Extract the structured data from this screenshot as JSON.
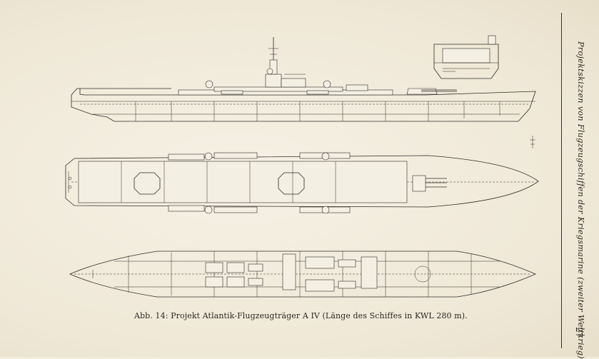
{
  "caption": "Abb. 14: Projekt Atlantik-Flugzeugträger A IV (Länge des Schiffes in KWL 280 m).",
  "running_title": "Projektskizzen von Flugzeugschiffen der Kriegsmarine (zweiter Weltkrieg)",
  "page_number": "27",
  "figure": {
    "views": [
      {
        "name": "side-profile"
      },
      {
        "name": "midship-cross-section"
      },
      {
        "name": "flight-deck-plan"
      },
      {
        "name": "hangar-deck-plan"
      }
    ],
    "line_color": "#2e2b27",
    "paper_color": "#f1ebdc"
  }
}
